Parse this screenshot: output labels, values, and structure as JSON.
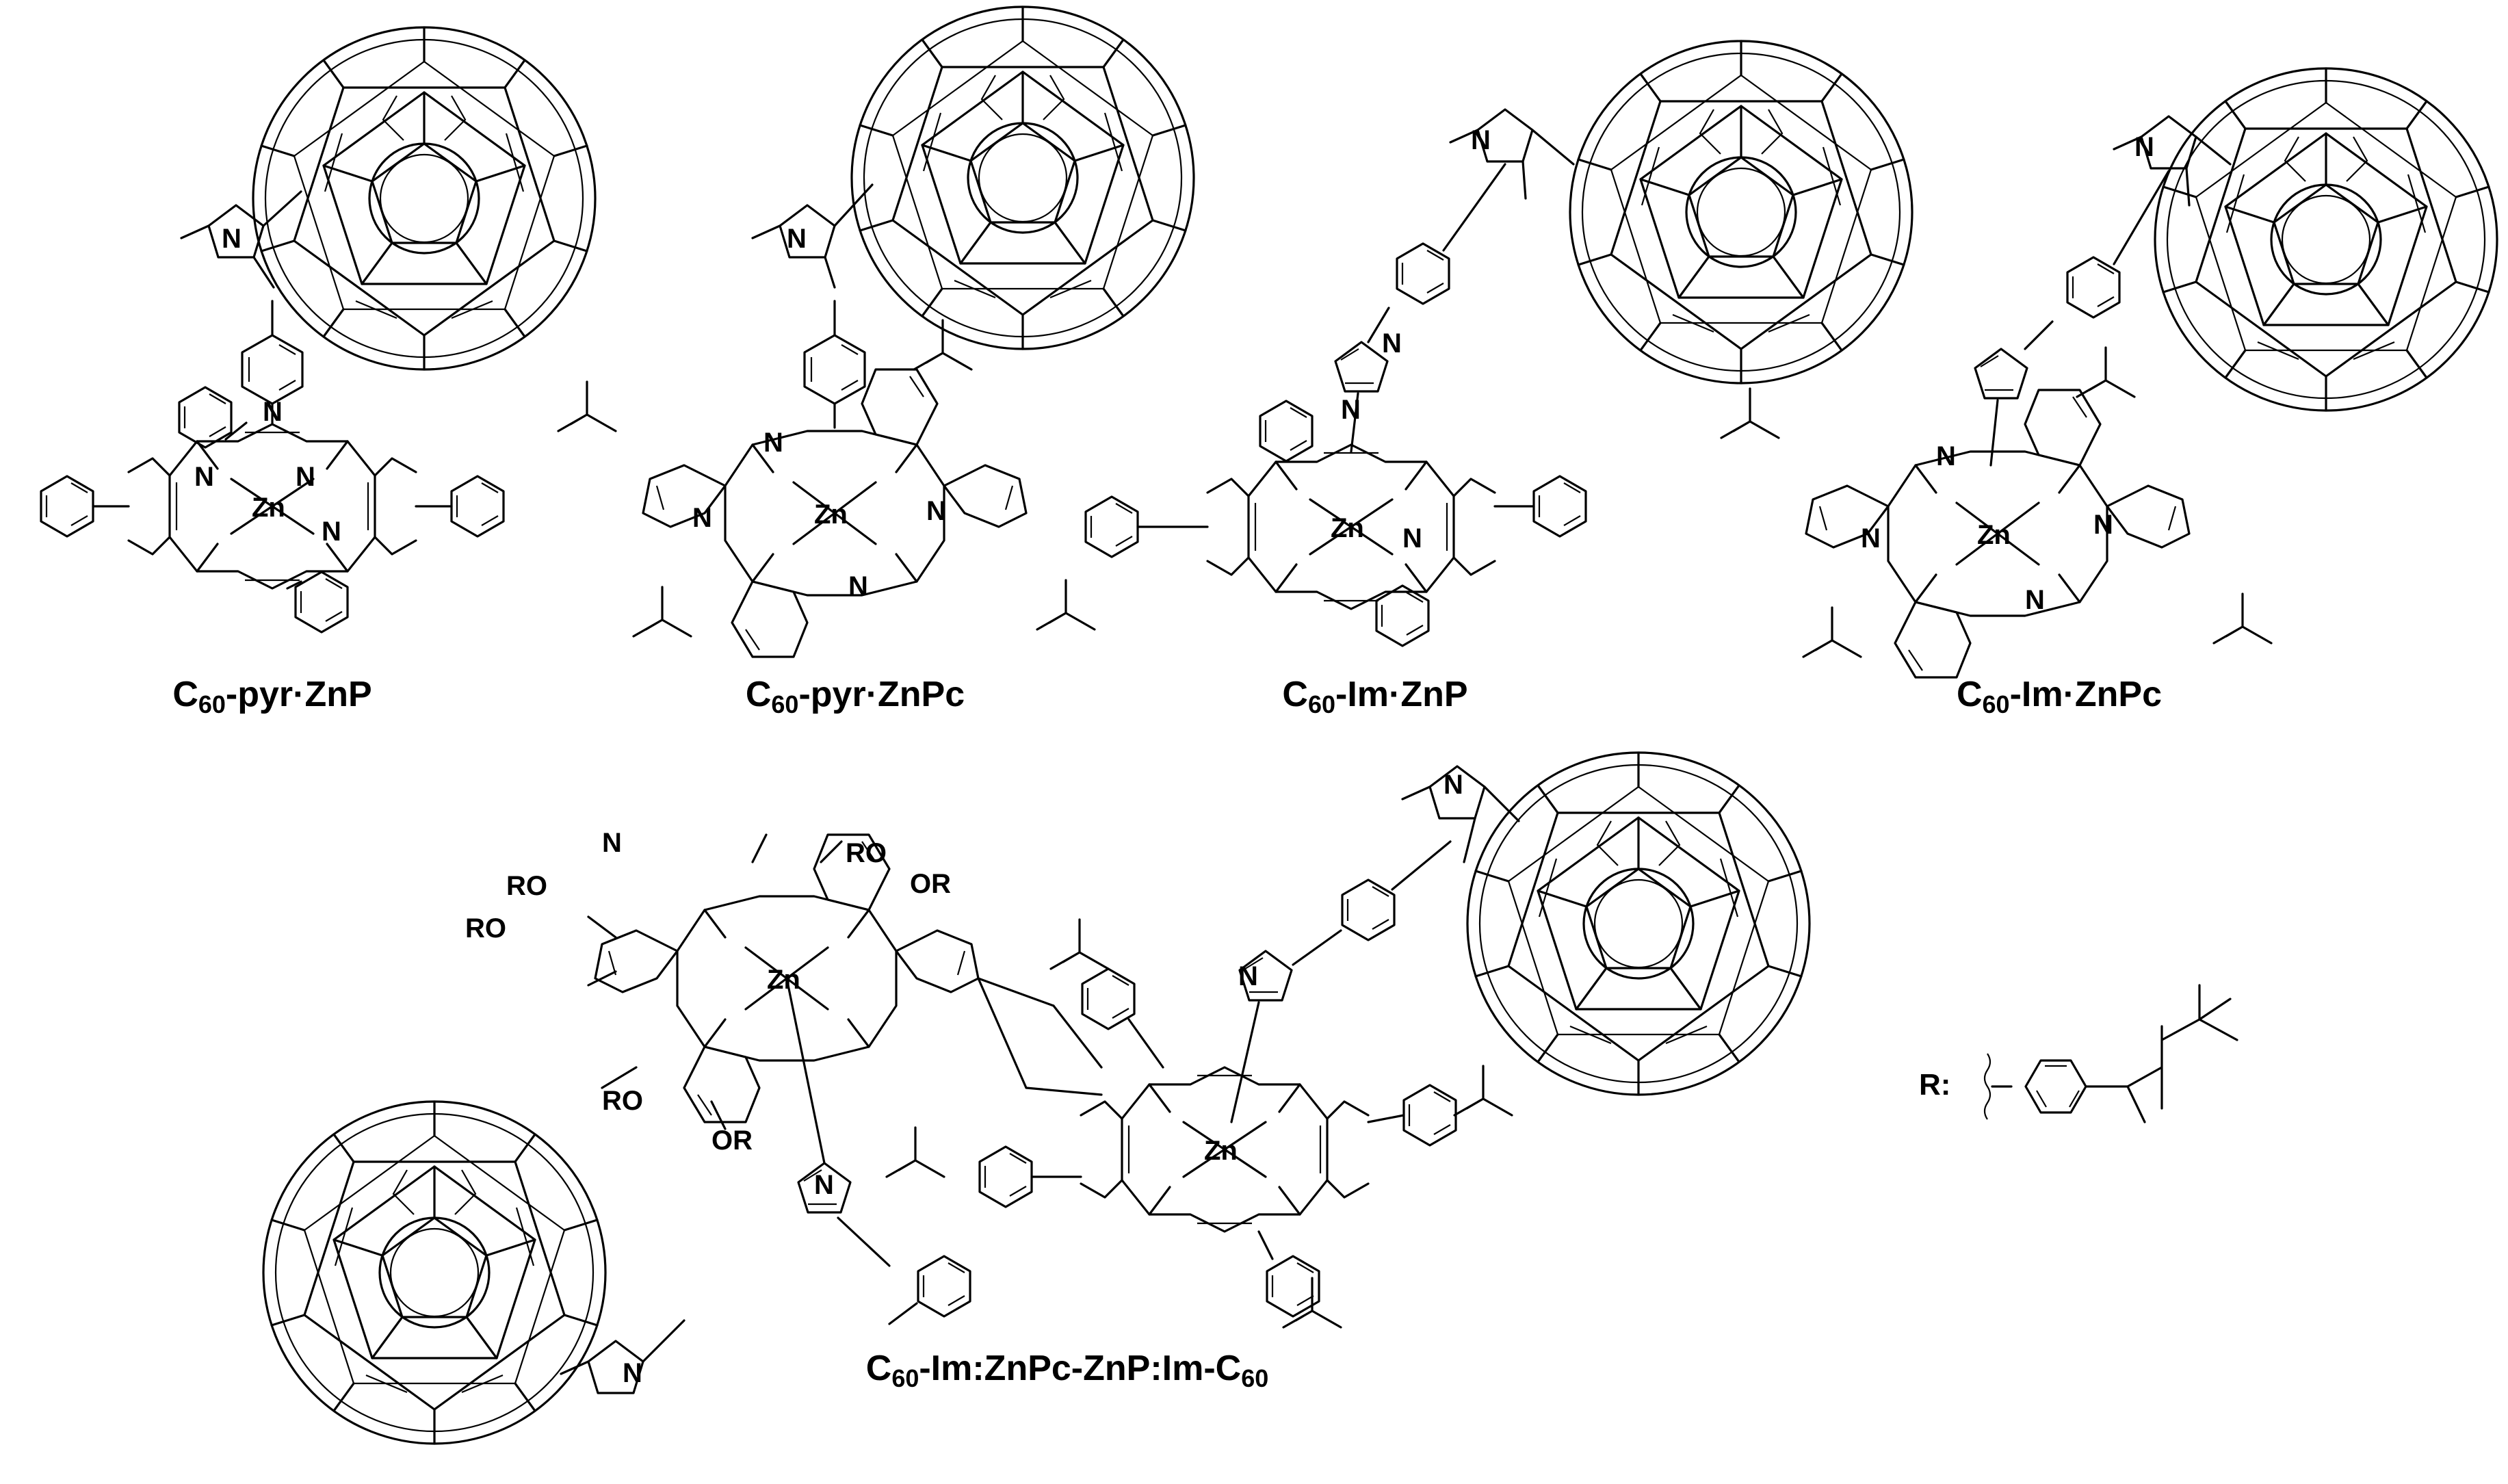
{
  "compounds": [
    {
      "id": "c60-pyr-znp",
      "prefix": "C",
      "sub": "60",
      "suffix": "-pyr·ZnP"
    },
    {
      "id": "c60-pyr-znpc",
      "prefix": "C",
      "sub": "60",
      "suffix": "-pyr·ZnPc"
    },
    {
      "id": "c60-im-znp",
      "prefix": "C",
      "sub": "60",
      "suffix": "-Im·ZnP"
    },
    {
      "id": "c60-im-znpc",
      "prefix": "C",
      "sub": "60",
      "suffix": "-Im·ZnPc"
    },
    {
      "id": "c60-im-znpc-znp-im-c60",
      "prefix": "C",
      "sub": "60",
      "suffix": "-Im:ZnPc-ZnP:Im-C",
      "sub2": "60"
    }
  ],
  "atom_labels": {
    "zinc": "Zn",
    "nitrogen": "N",
    "alkoxy": "RO",
    "alkoxy_right": "OR"
  },
  "r_group": {
    "label": "R:"
  }
}
